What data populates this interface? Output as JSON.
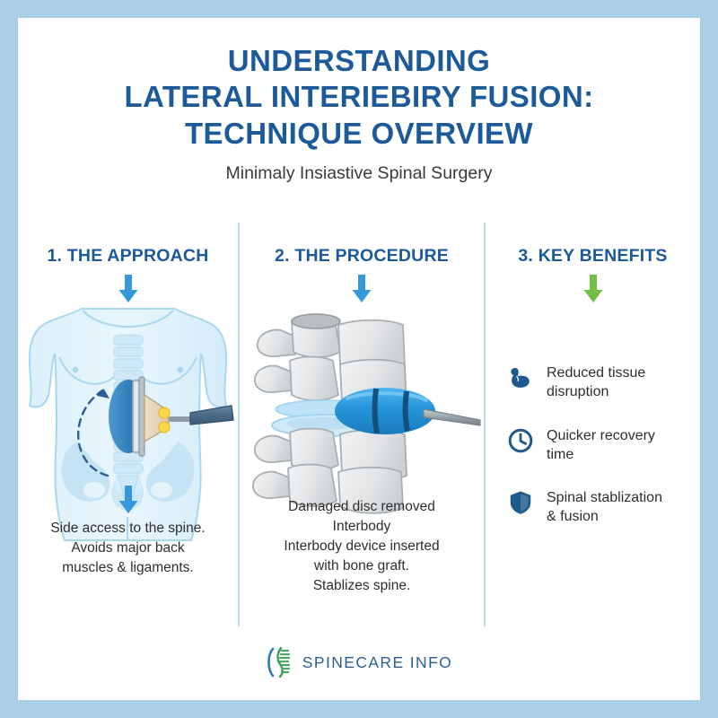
{
  "theme": {
    "border_color": "#a9cfe6",
    "page_bg": "#ffffff",
    "title_blue": "#1c5a99",
    "arrow_blue": "#3498db",
    "arrow_green": "#72bf44",
    "icon_navy": "#1f5a8c",
    "divider_blue": "#bcdcf0",
    "body_text": "#2e2e2e"
  },
  "header": {
    "title_lines": [
      "UNDERSTANDING",
      "LATERAL INTERIEBIRY FUSION:",
      "TECHNIQUE OVERVIEW"
    ],
    "subtitle": "Minimaly Insiastive Spinal Surgery"
  },
  "columns": [
    {
      "heading": "1. THE APPROACH",
      "arrow_icon": "down-arrow-icon",
      "arrow_color": "#3498db",
      "illustration": "torso-lateral-access-illustration",
      "caption_lines": [
        "Side access to the spine.",
        "Avoids major back",
        "muscles & ligaments."
      ]
    },
    {
      "heading": "2. THE PROCEDURE",
      "arrow_icon": "down-arrow-icon",
      "arrow_color": "#3498db",
      "illustration": "vertebrae-interbody-cage-illustration",
      "caption_lines": [
        "Damaged disc removed",
        "Interbody",
        "Interbody device inserted",
        "with bone graft.",
        "Stablizes spine."
      ]
    },
    {
      "heading": "3. KEY BENEFITS",
      "arrow_icon": "down-arrow-icon",
      "arrow_color": "#72bf44",
      "benefits": [
        {
          "icon": "flexed-biceps-icon",
          "lines": [
            "Reduced tissue",
            "disruption"
          ]
        },
        {
          "icon": "clock-icon",
          "lines": [
            "Quicker recovery",
            "time"
          ]
        },
        {
          "icon": "shield-icon",
          "lines": [
            "Spinal stablization",
            "& fusion"
          ]
        }
      ]
    }
  ],
  "footer": {
    "logo_icon": "spine-logo-icon",
    "brand": "SPINECARE INFO"
  }
}
